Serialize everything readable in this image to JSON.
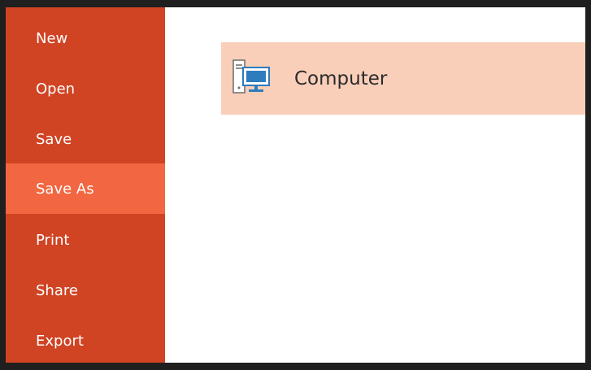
{
  "nav": {
    "items": [
      {
        "label": "New"
      },
      {
        "label": "Open"
      },
      {
        "label": "Save"
      },
      {
        "label": "Save As"
      },
      {
        "label": "Print"
      },
      {
        "label": "Share"
      },
      {
        "label": "Export"
      }
    ],
    "active": "Save As"
  },
  "main": {
    "location": {
      "label": "Computer",
      "icon": "computer-icon"
    }
  },
  "colors": {
    "sidebar": "#d04423",
    "sidebar_active": "#f26641",
    "location_highlight": "#f9cfba",
    "icon_blue": "#2e7bbd"
  }
}
